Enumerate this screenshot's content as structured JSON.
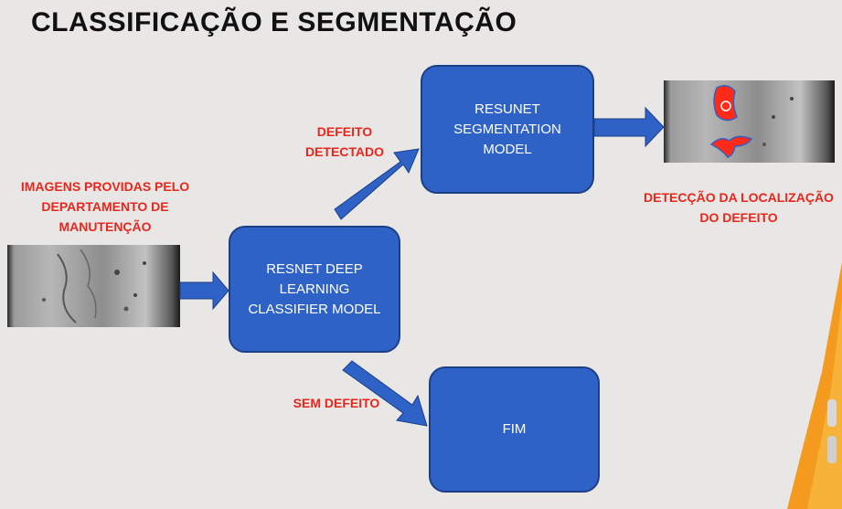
{
  "slide": {
    "title": "CLASSIFICAÇÃO E SEGMENTAÇÃO"
  },
  "nodes": {
    "resnet_label": "RESNET DEEP LEARNING CLASSIFIER MODEL",
    "resunet_label": "RESUNET SEGMENTATION MODEL",
    "fim_label": "FIM"
  },
  "labels": {
    "input_images": "IMAGENS PROVIDAS PELO DEPARTAMENTO DE MANUTENÇÃO",
    "defect_detected": "DEFEITO DETECTADO",
    "no_defect": "SEM DEFEITO",
    "defect_localization": "DETECÇÃO DA LOCALIZAÇÃO DO DEFEITO"
  },
  "colors": {
    "box_fill": "#2f62c6",
    "arrow": "#2f62c6",
    "label_red": "#e8261b",
    "defect_mask": "#ff2a1a"
  }
}
